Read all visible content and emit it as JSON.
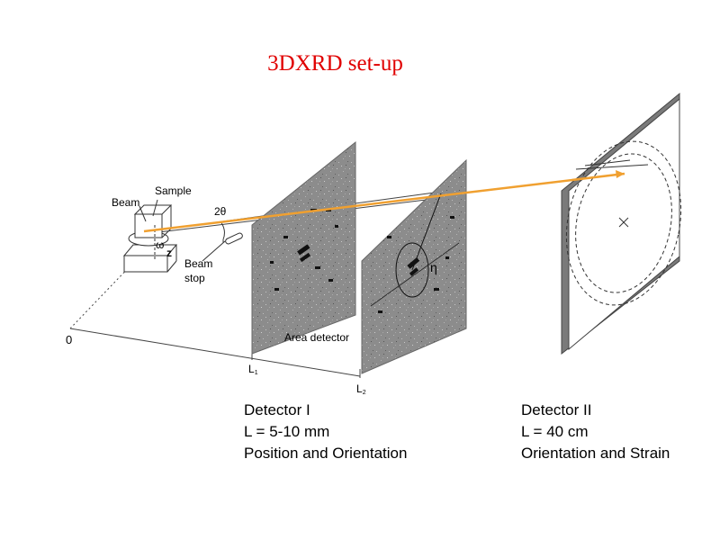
{
  "title": "3DXRD set-up",
  "colors": {
    "title": "#e00000",
    "beam": "#f0a030",
    "detector": "#7a7a7a",
    "text": "#000000"
  },
  "labels": {
    "beam": "Beam",
    "sample": "Sample",
    "two_theta": "2θ",
    "omega": "ω",
    "z": "z",
    "beam_stop_line1": "Beam",
    "beam_stop_line2": "stop",
    "origin": "0",
    "area_detector": "Area detector",
    "l1": "L",
    "l1_sub": "1",
    "l2": "L",
    "l2_sub": "2",
    "eta": "η"
  },
  "detector1_caption": {
    "name": "Detector I",
    "distance": "L = 5-10 mm",
    "purpose": "Position and Orientation"
  },
  "detector2_caption": {
    "name": "Detector II",
    "distance": "L = 40 cm",
    "purpose": "Orientation and Strain"
  }
}
